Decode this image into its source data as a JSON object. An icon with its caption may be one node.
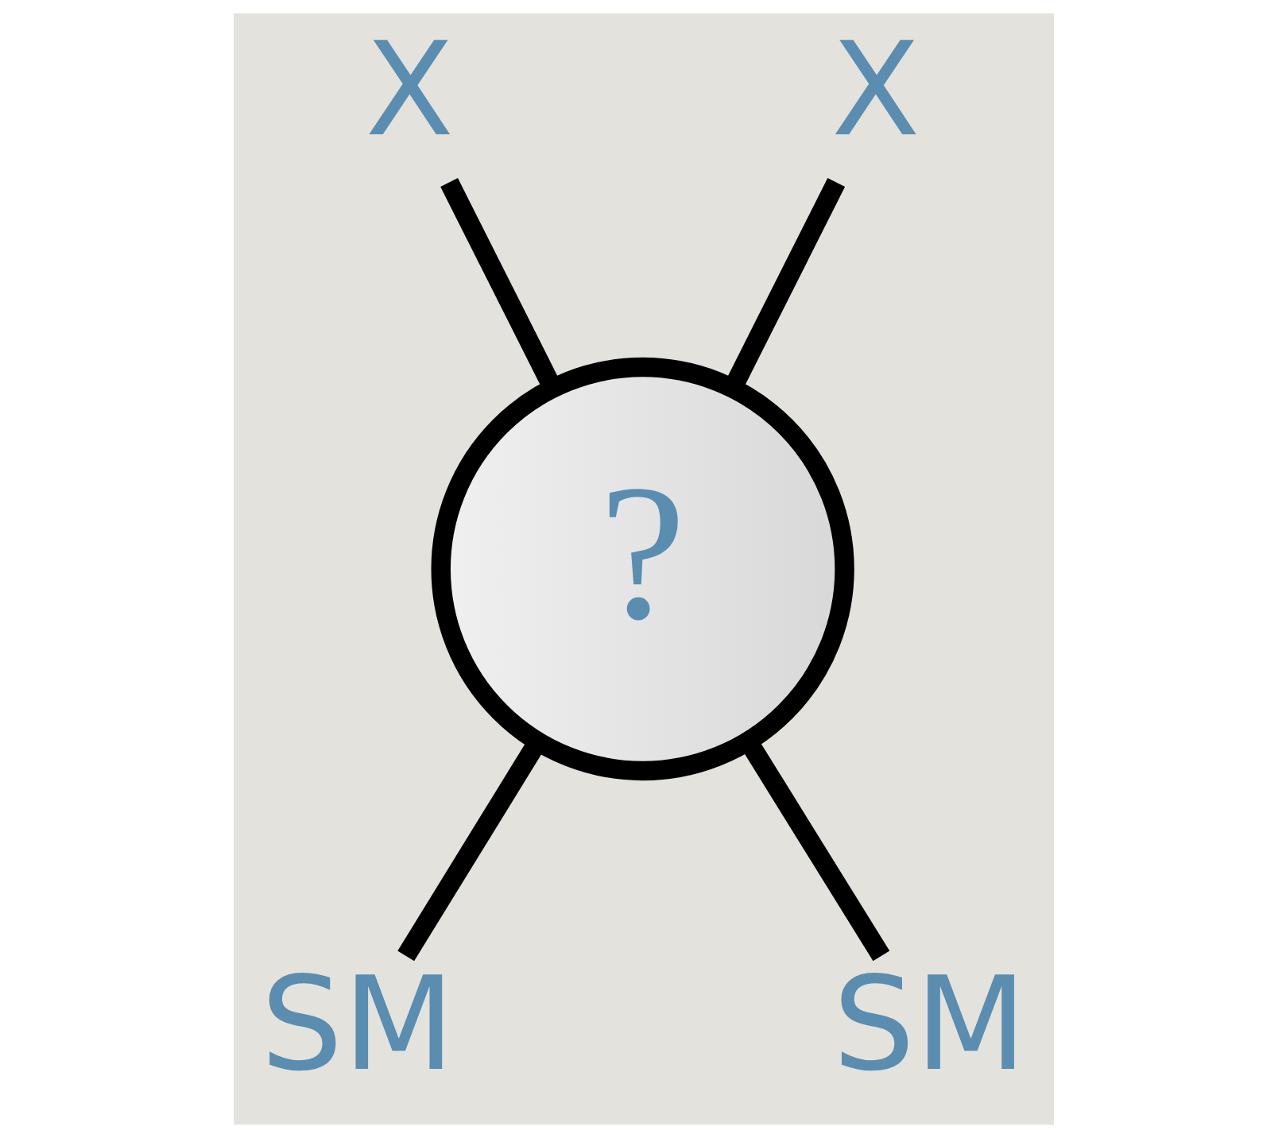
{
  "diagram": {
    "nodes": [
      {
        "text": [
          "X"
        ]
      },
      {
        "text": [
          "X"
        ]
      },
      {
        "text": [
          "?"
        ]
      },
      {
        "text": [
          "SM"
        ]
      },
      {
        "text": [
          "SM"
        ]
      }
    ],
    "edges": [
      {
        "from": 0,
        "to": 2,
        "arrow": "none"
      },
      {
        "from": 1,
        "to": 2,
        "arrow": "none"
      },
      {
        "from": 2,
        "to": 3,
        "arrow": "none"
      },
      {
        "from": 2,
        "to": 4,
        "arrow": "none"
      }
    ]
  }
}
